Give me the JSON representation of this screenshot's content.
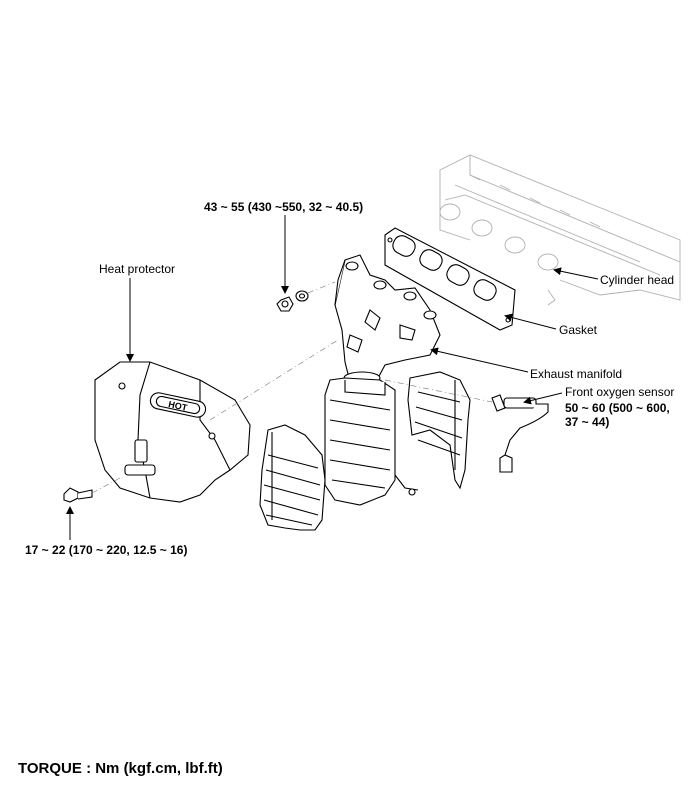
{
  "labels": {
    "torque_top": "43 ~ 55 (430 ~550, 32 ~ 40.5)",
    "heat_protector": "Heat protector",
    "cylinder_head": "Cylinder head",
    "gasket": "Gasket",
    "exhaust_manifold": "Exhaust manifold",
    "front_oxygen_sensor": "Front oxygen sensor",
    "oxygen_torque_line1": "50 ~ 60 (500 ~ 600,",
    "oxygen_torque_line2": "37 ~ 44)",
    "torque_bottom": "17 ~ 22 (170 ~ 220, 12.5 ~ 16)",
    "hot_text": "HOT"
  },
  "footer": {
    "text": "TORQUE : Nm (kgf.cm, lbf.ft)"
  }
}
